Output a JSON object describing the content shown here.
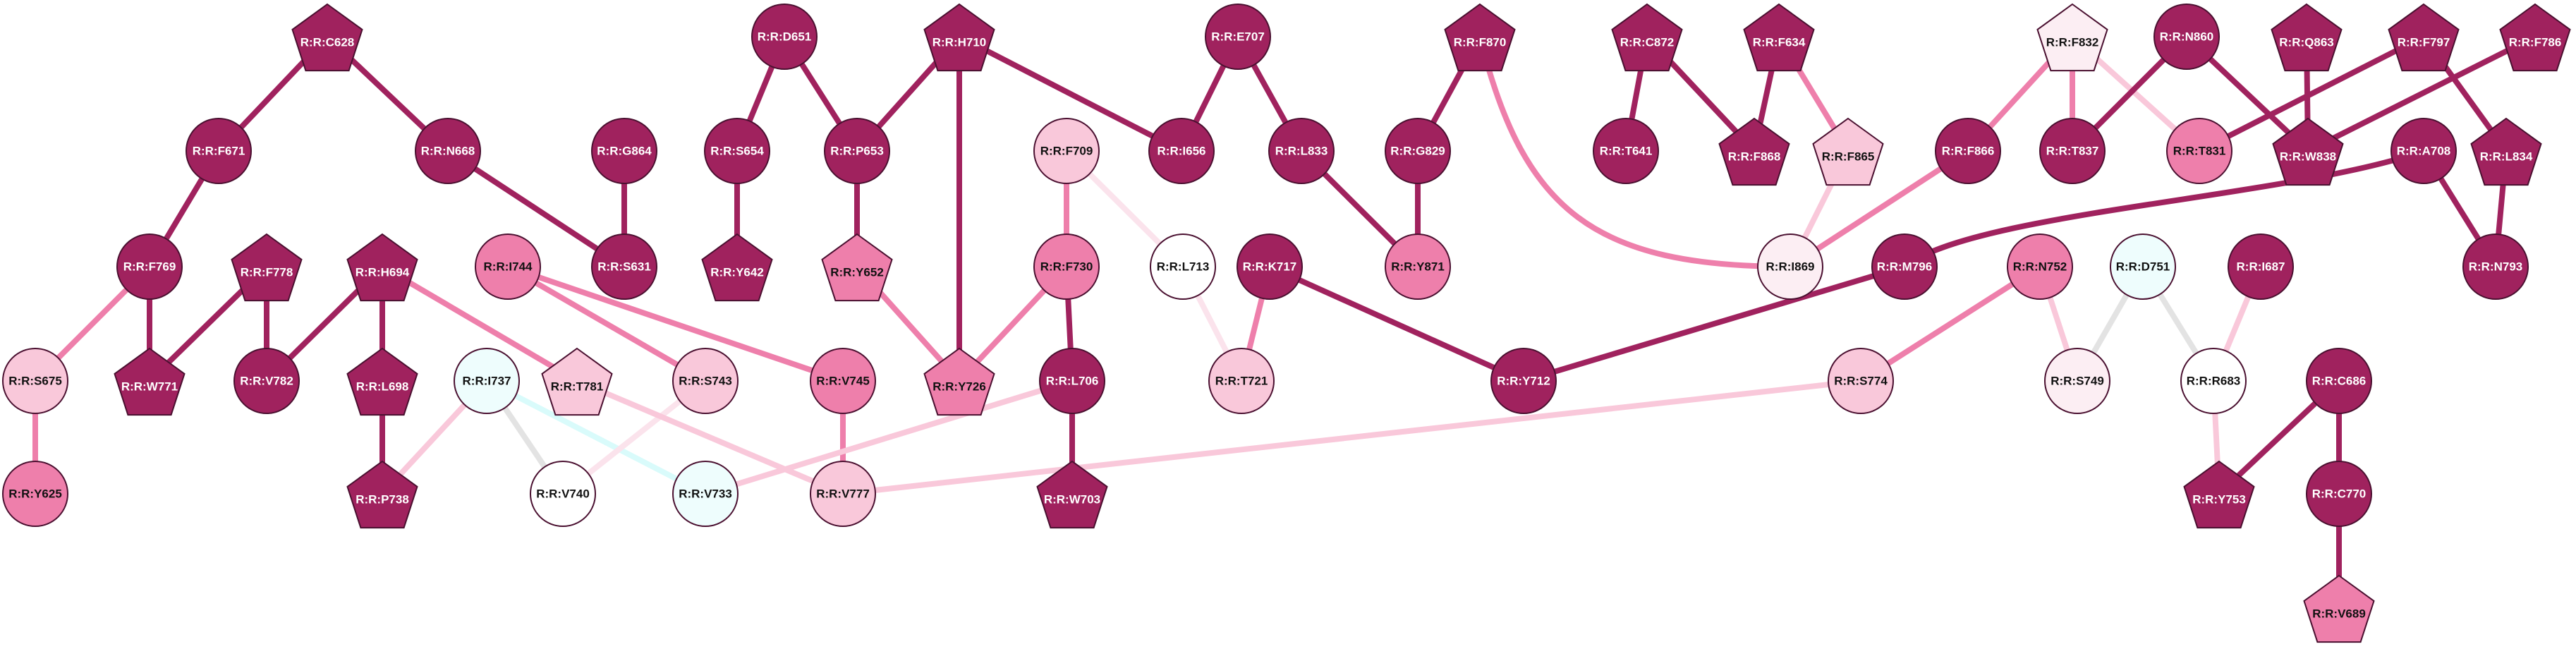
{
  "colors": {
    "dark": "#a0225e",
    "medium": "#ee7fab",
    "light": "#f9c8da",
    "pale": "#fceef3",
    "white": "#ffffff",
    "cyan": "#eefdfd",
    "stroke": "#4a1030",
    "text_dark_bg": "#ffffff",
    "text_light_bg": "#111111",
    "edge_dark": "#a0225e",
    "edge_medium": "#ee7fab",
    "edge_light": "#f9c8da",
    "edge_pale": "#fbe3ec",
    "edge_gray": "#e3e3e3",
    "edge_cyan": "#d9fbfb"
  },
  "nodes": [
    {
      "id": "C628",
      "label": "R:R:C628",
      "shape": "pentagon",
      "color": "dark"
    },
    {
      "id": "F671",
      "label": "R:R:F671",
      "shape": "circle",
      "color": "dark"
    },
    {
      "id": "N668",
      "label": "R:R:N668",
      "shape": "circle",
      "color": "dark"
    },
    {
      "id": "G864",
      "label": "R:R:G864",
      "shape": "circle",
      "color": "dark"
    },
    {
      "id": "S631",
      "label": "R:R:S631",
      "shape": "circle",
      "color": "dark"
    },
    {
      "id": "F769",
      "label": "R:R:F769",
      "shape": "circle",
      "color": "dark"
    },
    {
      "id": "F778",
      "label": "R:R:F778",
      "shape": "pentagon",
      "color": "dark"
    },
    {
      "id": "H694",
      "label": "R:R:H694",
      "shape": "pentagon",
      "color": "dark"
    },
    {
      "id": "W771",
      "label": "R:R:W771",
      "shape": "pentagon",
      "color": "dark"
    },
    {
      "id": "V782",
      "label": "R:R:V782",
      "shape": "circle",
      "color": "dark"
    },
    {
      "id": "L698",
      "label": "R:R:L698",
      "shape": "pentagon",
      "color": "dark"
    },
    {
      "id": "P738",
      "label": "R:R:P738",
      "shape": "pentagon",
      "color": "dark"
    },
    {
      "id": "S675",
      "label": "R:R:S675",
      "shape": "circle",
      "color": "light"
    },
    {
      "id": "Y625",
      "label": "R:R:Y625",
      "shape": "circle",
      "color": "medium"
    },
    {
      "id": "I744",
      "label": "R:R:I744",
      "shape": "circle",
      "color": "medium"
    },
    {
      "id": "T781",
      "label": "R:R:T781",
      "shape": "pentagon",
      "color": "light"
    },
    {
      "id": "S743",
      "label": "R:R:S743",
      "shape": "circle",
      "color": "light"
    },
    {
      "id": "I737",
      "label": "R:R:I737",
      "shape": "circle",
      "color": "cyan"
    },
    {
      "id": "V740",
      "label": "R:R:V740",
      "shape": "circle",
      "color": "white"
    },
    {
      "id": "V733",
      "label": "R:R:V733",
      "shape": "circle",
      "color": "cyan"
    },
    {
      "id": "D651",
      "label": "R:R:D651",
      "shape": "circle",
      "color": "dark"
    },
    {
      "id": "S654",
      "label": "R:R:S654",
      "shape": "circle",
      "color": "dark"
    },
    {
      "id": "Y642",
      "label": "R:R:Y642",
      "shape": "pentagon",
      "color": "dark"
    },
    {
      "id": "H710",
      "label": "R:R:H710",
      "shape": "pentagon",
      "color": "dark"
    },
    {
      "id": "P653",
      "label": "R:R:P653",
      "shape": "circle",
      "color": "dark"
    },
    {
      "id": "Y652",
      "label": "R:R:Y652",
      "shape": "pentagon",
      "color": "medium"
    },
    {
      "id": "V745",
      "label": "R:R:V745",
      "shape": "circle",
      "color": "medium"
    },
    {
      "id": "V777",
      "label": "R:R:V777",
      "shape": "circle",
      "color": "light"
    },
    {
      "id": "Y726",
      "label": "R:R:Y726",
      "shape": "pentagon",
      "color": "medium"
    },
    {
      "id": "F709",
      "label": "R:R:F709",
      "shape": "circle",
      "color": "light"
    },
    {
      "id": "F730",
      "label": "R:R:F730",
      "shape": "circle",
      "color": "medium"
    },
    {
      "id": "L713",
      "label": "R:R:L713",
      "shape": "circle",
      "color": "white"
    },
    {
      "id": "L706",
      "label": "R:R:L706",
      "shape": "circle",
      "color": "dark"
    },
    {
      "id": "W703",
      "label": "R:R:W703",
      "shape": "pentagon",
      "color": "dark"
    },
    {
      "id": "E707",
      "label": "R:R:E707",
      "shape": "circle",
      "color": "dark"
    },
    {
      "id": "I656",
      "label": "R:R:I656",
      "shape": "circle",
      "color": "dark"
    },
    {
      "id": "L833",
      "label": "R:R:L833",
      "shape": "circle",
      "color": "dark"
    },
    {
      "id": "K717",
      "label": "R:R:K717",
      "shape": "circle",
      "color": "dark"
    },
    {
      "id": "T721",
      "label": "R:R:T721",
      "shape": "circle",
      "color": "light"
    },
    {
      "id": "Y712",
      "label": "R:R:Y712",
      "shape": "circle",
      "color": "dark"
    },
    {
      "id": "F870",
      "label": "R:R:F870",
      "shape": "pentagon",
      "color": "dark"
    },
    {
      "id": "G829",
      "label": "R:R:G829",
      "shape": "circle",
      "color": "dark"
    },
    {
      "id": "Y871",
      "label": "R:R:Y871",
      "shape": "circle",
      "color": "medium"
    },
    {
      "id": "I869",
      "label": "R:R:I869",
      "shape": "circle",
      "color": "pale"
    },
    {
      "id": "C872",
      "label": "R:R:C872",
      "shape": "pentagon",
      "color": "dark"
    },
    {
      "id": "T641",
      "label": "R:R:T641",
      "shape": "circle",
      "color": "dark"
    },
    {
      "id": "F634",
      "label": "R:R:F634",
      "shape": "pentagon",
      "color": "dark"
    },
    {
      "id": "F868",
      "label": "R:R:F868",
      "shape": "pentagon",
      "color": "dark"
    },
    {
      "id": "F865",
      "label": "R:R:F865",
      "shape": "pentagon",
      "color": "light"
    },
    {
      "id": "F866",
      "label": "R:R:F866",
      "shape": "circle",
      "color": "dark"
    },
    {
      "id": "F832",
      "label": "R:R:F832",
      "shape": "pentagon",
      "color": "pale"
    },
    {
      "id": "T837",
      "label": "R:R:T837",
      "shape": "circle",
      "color": "dark"
    },
    {
      "id": "T831",
      "label": "R:R:T831",
      "shape": "circle",
      "color": "medium"
    },
    {
      "id": "N860",
      "label": "R:R:N860",
      "shape": "circle",
      "color": "dark"
    },
    {
      "id": "W838",
      "label": "R:R:W838",
      "shape": "pentagon",
      "color": "dark"
    },
    {
      "id": "Q863",
      "label": "R:R:Q863",
      "shape": "pentagon",
      "color": "dark"
    },
    {
      "id": "F797",
      "label": "R:R:F797",
      "shape": "pentagon",
      "color": "dark"
    },
    {
      "id": "F786",
      "label": "R:R:F786",
      "shape": "pentagon",
      "color": "dark"
    },
    {
      "id": "L834",
      "label": "R:R:L834",
      "shape": "pentagon",
      "color": "dark"
    },
    {
      "id": "A708",
      "label": "R:R:A708",
      "shape": "circle",
      "color": "dark"
    },
    {
      "id": "N793",
      "label": "R:R:N793",
      "shape": "circle",
      "color": "dark"
    },
    {
      "id": "M796",
      "label": "R:R:M796",
      "shape": "circle",
      "color": "dark"
    },
    {
      "id": "N752",
      "label": "R:R:N752",
      "shape": "circle",
      "color": "medium"
    },
    {
      "id": "S774",
      "label": "R:R:S774",
      "shape": "circle",
      "color": "light"
    },
    {
      "id": "S749",
      "label": "R:R:S749",
      "shape": "circle",
      "color": "pale"
    },
    {
      "id": "D751",
      "label": "R:R:D751",
      "shape": "circle",
      "color": "cyan"
    },
    {
      "id": "R683",
      "label": "R:R:R683",
      "shape": "circle",
      "color": "white"
    },
    {
      "id": "I687",
      "label": "R:R:I687",
      "shape": "circle",
      "color": "dark"
    },
    {
      "id": "Y753",
      "label": "R:R:Y753",
      "shape": "pentagon",
      "color": "dark"
    },
    {
      "id": "C686",
      "label": "R:R:C686",
      "shape": "circle",
      "color": "dark"
    },
    {
      "id": "C770",
      "label": "R:R:C770",
      "shape": "circle",
      "color": "dark"
    },
    {
      "id": "V689",
      "label": "R:R:V689",
      "shape": "pentagon",
      "color": "medium"
    }
  ],
  "edges": [
    {
      "from": "C628",
      "to": "F671",
      "color": "edge_dark"
    },
    {
      "from": "C628",
      "to": "N668",
      "color": "edge_dark"
    },
    {
      "from": "N668",
      "to": "S631",
      "color": "edge_dark"
    },
    {
      "from": "G864",
      "to": "S631",
      "color": "edge_dark"
    },
    {
      "from": "F671",
      "to": "F769",
      "color": "edge_dark"
    },
    {
      "from": "F769",
      "to": "W771",
      "color": "edge_dark"
    },
    {
      "from": "F769",
      "to": "S675",
      "color": "edge_medium"
    },
    {
      "from": "S675",
      "to": "Y625",
      "color": "edge_medium"
    },
    {
      "from": "F778",
      "to": "W771",
      "color": "edge_dark"
    },
    {
      "from": "F778",
      "to": "V782",
      "color": "edge_dark"
    },
    {
      "from": "H694",
      "to": "V782",
      "color": "edge_dark"
    },
    {
      "from": "H694",
      "to": "L698",
      "color": "edge_dark"
    },
    {
      "from": "H694",
      "to": "T781",
      "color": "edge_medium"
    },
    {
      "from": "L698",
      "to": "P738",
      "color": "edge_dark"
    },
    {
      "from": "I737",
      "to": "P738",
      "color": "edge_light"
    },
    {
      "from": "I737",
      "to": "V740",
      "color": "edge_gray"
    },
    {
      "from": "I737",
      "to": "V733",
      "color": "edge_cyan"
    },
    {
      "from": "I744",
      "to": "S743",
      "color": "edge_medium"
    },
    {
      "from": "I744",
      "to": "V745",
      "color": "edge_medium"
    },
    {
      "from": "S743",
      "to": "V740",
      "color": "edge_pale"
    },
    {
      "from": "T781",
      "to": "V777",
      "color": "edge_light"
    },
    {
      "from": "V745",
      "to": "V777",
      "color": "edge_medium"
    },
    {
      "from": "D651",
      "to": "S654",
      "color": "edge_dark"
    },
    {
      "from": "D651",
      "to": "P653",
      "color": "edge_dark"
    },
    {
      "from": "S654",
      "to": "Y642",
      "color": "edge_dark"
    },
    {
      "from": "H710",
      "to": "P653",
      "color": "edge_dark"
    },
    {
      "from": "H710",
      "to": "Y726",
      "color": "edge_dark"
    },
    {
      "from": "H710",
      "to": "I656",
      "color": "edge_dark"
    },
    {
      "from": "P653",
      "to": "Y652",
      "color": "edge_dark"
    },
    {
      "from": "Y652",
      "to": "Y726",
      "color": "edge_medium"
    },
    {
      "from": "F709",
      "to": "F730",
      "color": "edge_medium"
    },
    {
      "from": "F709",
      "to": "L713",
      "color": "edge_pale"
    },
    {
      "from": "F730",
      "to": "Y726",
      "color": "edge_medium"
    },
    {
      "from": "F730",
      "to": "L706",
      "color": "edge_dark"
    },
    {
      "from": "L706",
      "to": "W703",
      "color": "edge_dark"
    },
    {
      "from": "L706",
      "to": "V733",
      "color": "edge_light"
    },
    {
      "from": "L713",
      "to": "T721",
      "color": "edge_pale"
    },
    {
      "from": "E707",
      "to": "I656",
      "color": "edge_dark"
    },
    {
      "from": "E707",
      "to": "L833",
      "color": "edge_dark"
    },
    {
      "from": "L833",
      "to": "Y871",
      "color": "edge_dark"
    },
    {
      "from": "K717",
      "to": "T721",
      "color": "edge_medium"
    },
    {
      "from": "K717",
      "to": "Y712",
      "color": "edge_dark"
    },
    {
      "from": "F870",
      "to": "G829",
      "color": "edge_dark"
    },
    {
      "from": "F870",
      "to": "I869",
      "color": "edge_medium",
      "curve": true
    },
    {
      "from": "G829",
      "to": "Y871",
      "color": "edge_dark"
    },
    {
      "from": "C872",
      "to": "T641",
      "color": "edge_dark"
    },
    {
      "from": "C872",
      "to": "F868",
      "color": "edge_dark"
    },
    {
      "from": "F634",
      "to": "F868",
      "color": "edge_dark"
    },
    {
      "from": "F634",
      "to": "F865",
      "color": "edge_medium"
    },
    {
      "from": "F865",
      "to": "I869",
      "color": "edge_light"
    },
    {
      "from": "F866",
      "to": "I869",
      "color": "edge_medium"
    },
    {
      "from": "F832",
      "to": "F866",
      "color": "edge_medium"
    },
    {
      "from": "F832",
      "to": "T837",
      "color": "edge_medium"
    },
    {
      "from": "F832",
      "to": "T831",
      "color": "edge_light"
    },
    {
      "from": "N860",
      "to": "T837",
      "color": "edge_dark"
    },
    {
      "from": "N860",
      "to": "W838",
      "color": "edge_dark"
    },
    {
      "from": "Q863",
      "to": "W838",
      "color": "edge_dark"
    },
    {
      "from": "F797",
      "to": "T831",
      "color": "edge_dark"
    },
    {
      "from": "F797",
      "to": "L834",
      "color": "edge_dark"
    },
    {
      "from": "F786",
      "to": "W838",
      "color": "edge_dark"
    },
    {
      "from": "A708",
      "to": "N793",
      "color": "edge_dark"
    },
    {
      "from": "A708",
      "to": "M796",
      "color": "edge_dark",
      "curve": true
    },
    {
      "from": "L834",
      "to": "N793",
      "color": "edge_dark"
    },
    {
      "from": "M796",
      "to": "Y712",
      "color": "edge_dark"
    },
    {
      "from": "N752",
      "to": "S774",
      "color": "edge_medium"
    },
    {
      "from": "N752",
      "to": "S749",
      "color": "edge_light"
    },
    {
      "from": "S774",
      "to": "V777",
      "color": "edge_light"
    },
    {
      "from": "D751",
      "to": "S749",
      "color": "edge_gray"
    },
    {
      "from": "D751",
      "to": "R683",
      "color": "edge_gray"
    },
    {
      "from": "I687",
      "to": "R683",
      "color": "edge_light"
    },
    {
      "from": "R683",
      "to": "Y753",
      "color": "edge_light"
    },
    {
      "from": "C686",
      "to": "Y753",
      "color": "edge_dark"
    },
    {
      "from": "C686",
      "to": "C770",
      "color": "edge_dark"
    },
    {
      "from": "C770",
      "to": "V689",
      "color": "edge_dark"
    }
  ]
}
